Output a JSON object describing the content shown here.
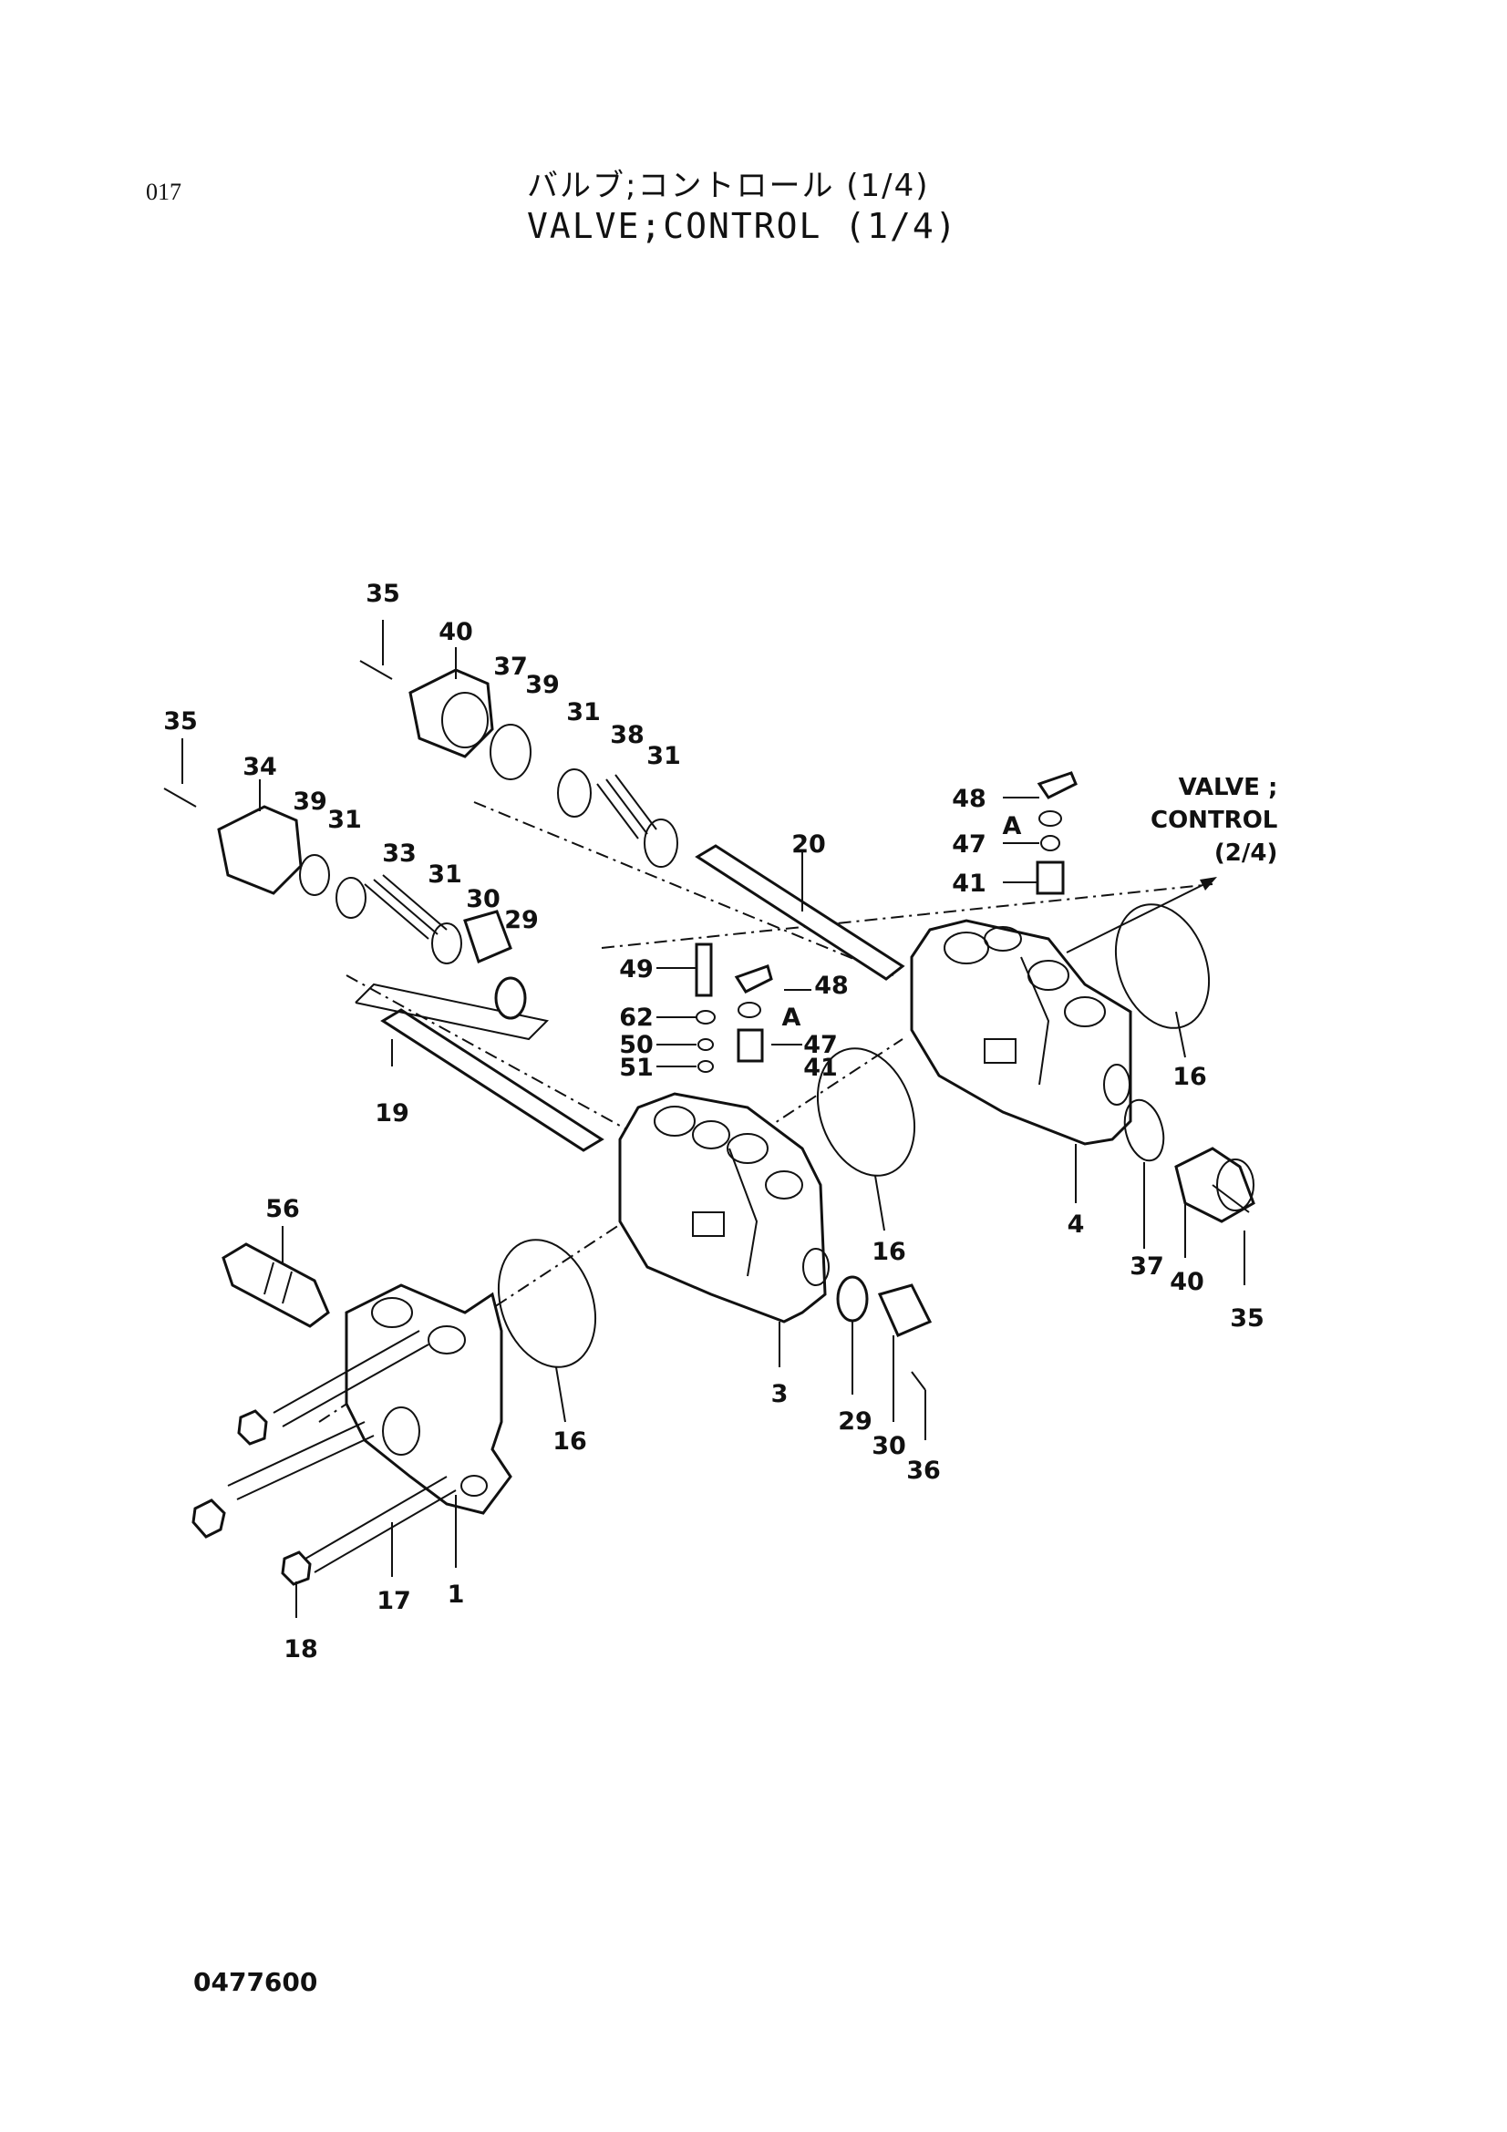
{
  "header": {
    "page_number": "017",
    "title_jp": "バルブ;コントロール (1/4)",
    "title_en": "VALVE;CONTROL (1/4)"
  },
  "reference_note": "VALVE ;\nCONTROL\n(2/4)",
  "footer": {
    "doc_code": "0477600"
  },
  "callouts": [
    "35",
    "40",
    "37",
    "39",
    "31",
    "38",
    "31",
    "35",
    "34",
    "39",
    "31",
    "33",
    "31",
    "30",
    "29",
    "20",
    "48",
    "A",
    "47",
    "41",
    "49",
    "48",
    "62",
    "A",
    "50",
    "47",
    "51",
    "41",
    "19",
    "16",
    "56",
    "16",
    "4",
    "37",
    "40",
    "35",
    "16",
    "3",
    "29",
    "30",
    "36",
    "1",
    "17",
    "18"
  ]
}
